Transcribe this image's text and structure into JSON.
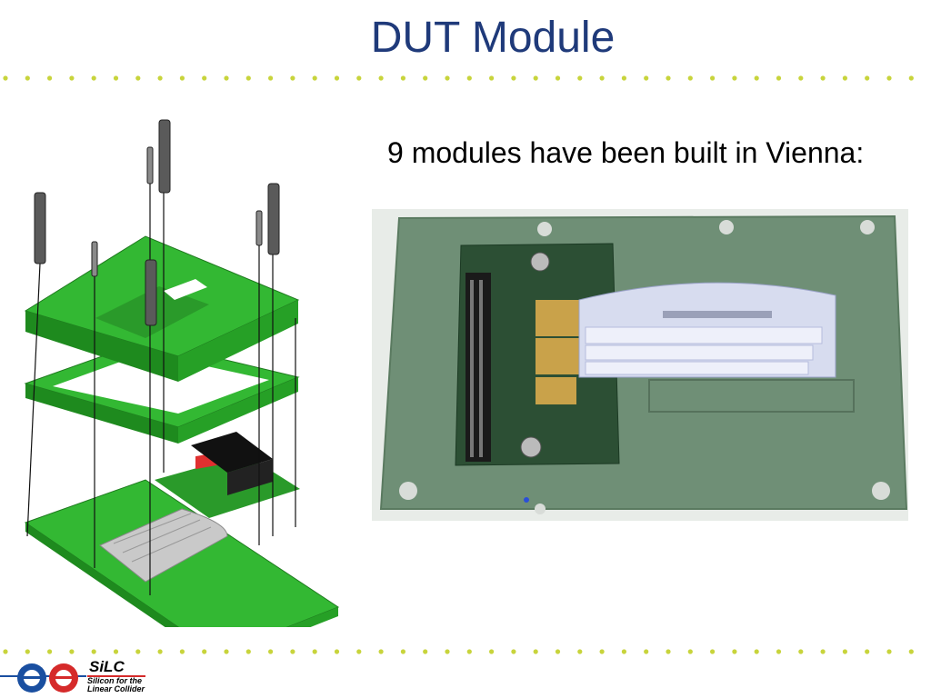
{
  "slide": {
    "title": "DUT Module",
    "subtitle": "9 modules have been built in Vienna:"
  },
  "logo": {
    "name": "SiLC",
    "tagline": "Silicon for the Linear Collider"
  },
  "colors": {
    "title": "#1f3a7a",
    "dot_accent": "#c8d43c",
    "pcb_green": "#2fbf2f",
    "logo_red": "#d52a2a",
    "logo_blue": "#1a4fa0"
  }
}
